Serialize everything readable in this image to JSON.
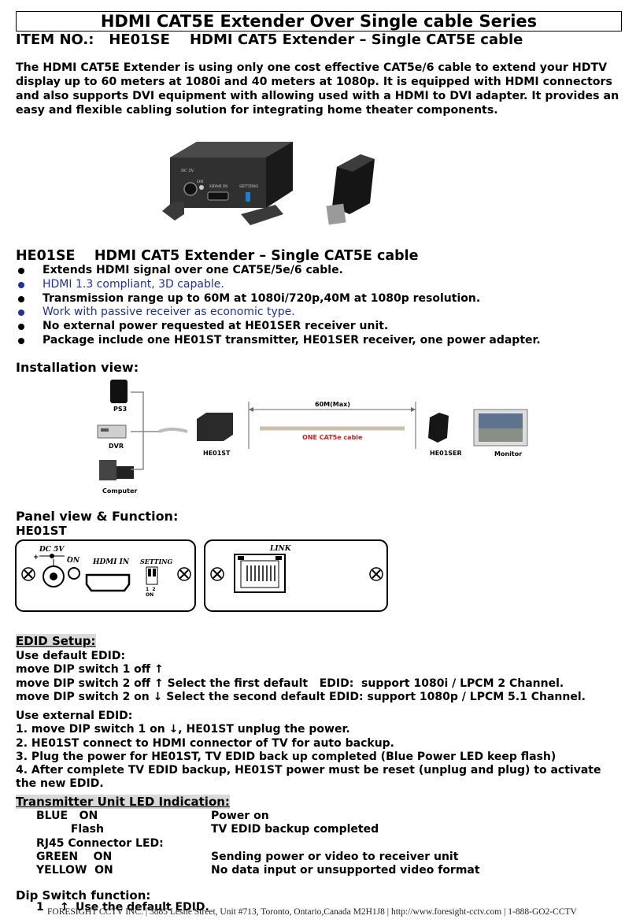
{
  "title": "HDMI CAT5E Extender Over Single cable Series",
  "item_line": "ITEM NO.:   HE01SE    HDMI CAT5 Extender – Single CAT5E cable",
  "intro": "The HDMI CAT5E Extender is using only one cost effective CAT5e/6 cable to extend your HDTV display up to 60 meters at 1080i and 40 meters at 1080p.   It is equipped with HDMI connectors and also supports DVI equipment with allowing used with a HDMI to DVI adapter.   It provides an easy and flexible cabling solution for integrating home theater components.",
  "product_photo": {
    "front_labels": [
      "DC 5V",
      "ON",
      "HDMI IN",
      "SETTING"
    ]
  },
  "product_heading": "HE01SE    HDMI CAT5 Extender – Single CAT5E cable",
  "features": [
    {
      "text": "Extends HDMI signal over one CAT5E/5e/6 cable.",
      "style": "b"
    },
    {
      "text": "HDMI 1.3 compliant, 3D capable.",
      "style": "blue"
    },
    {
      "text": "Transmission range up to 60M at 1080i/720p,40M at 1080p resolution.",
      "style": "b"
    },
    {
      "text": "Work with passive receiver as economic type.",
      "style": "blue"
    },
    {
      "text": "No external power requested at HE01SER receiver unit.",
      "style": "b"
    },
    {
      "text": "Package include one HE01ST transmitter, HE01SER receiver, one power adapter.",
      "style": "b"
    }
  ],
  "installation": {
    "heading": "Installation view:",
    "ps3": "PS3",
    "dvr": "DVR",
    "computer": "Computer",
    "he01st": "HE01ST",
    "distance": "60M(Max)",
    "cable": "ONE CAT5e cable",
    "he01ser": "HE01SER",
    "monitor": "Monitor"
  },
  "panel": {
    "heading": "Panel view & Function:",
    "sub": "HE01ST",
    "dc5v": "DC 5V",
    "plus": "+",
    "minus": "-",
    "on": "ON",
    "hdmi_in": "HDMI IN",
    "setting": "SETTING",
    "dip_nums": "1  2",
    "dip_on": "ON",
    "link": "LINK"
  },
  "edid": {
    "heading": "EDID Setup:",
    "default_title": "Use default EDID:",
    "default_lines": [
      "move DIP switch 1 off ↑",
      "move DIP switch 2 off ↑ Select the first default   EDID:  support 1080i / LPCM 2 Channel.",
      "move DIP switch 2 on ↓ Select the second default EDID: support 1080p / LPCM 5.1 Channel."
    ],
    "external_title": "Use external EDID:",
    "external_lines": [
      "1. move DIP switch 1 on ↓, HE01ST unplug the power.",
      "2. HE01ST connect to HDMI connector of TV for auto backup.",
      "3. Plug the power for HE01ST, TV EDID back up completed (Blue Power LED keep flash)",
      "4. After complete TV EDID backup, HE01ST power must be reset (unplug and plug) to activate",
      "the new EDID."
    ]
  },
  "led": {
    "heading": "Transmitter Unit LED Indication:",
    "rows": [
      {
        "label": "BLUE   ON",
        "desc": "Power on"
      },
      {
        "label": "         Flash",
        "desc": "TV EDID backup completed"
      },
      {
        "label": "RJ45 Connector LED:",
        "desc": ""
      },
      {
        "label": "GREEN    ON",
        "desc": "Sending power or video to receiver unit"
      },
      {
        "label": "YELLOW  ON",
        "desc": "No data input or unsupported video format"
      }
    ]
  },
  "dip": {
    "heading": "Dip Switch function:",
    "line1_num": "1",
    "line1_arrow": "↑",
    "line1_text": "Use the default EDID."
  },
  "footer": "FORESIGHT CCTV INC. | 3885 Leslie Street, Unit #713, Toronto, Ontario,Canada M2H1J8 | http://www.foresight-cctv.com | 1-888-GO2-CCTV"
}
